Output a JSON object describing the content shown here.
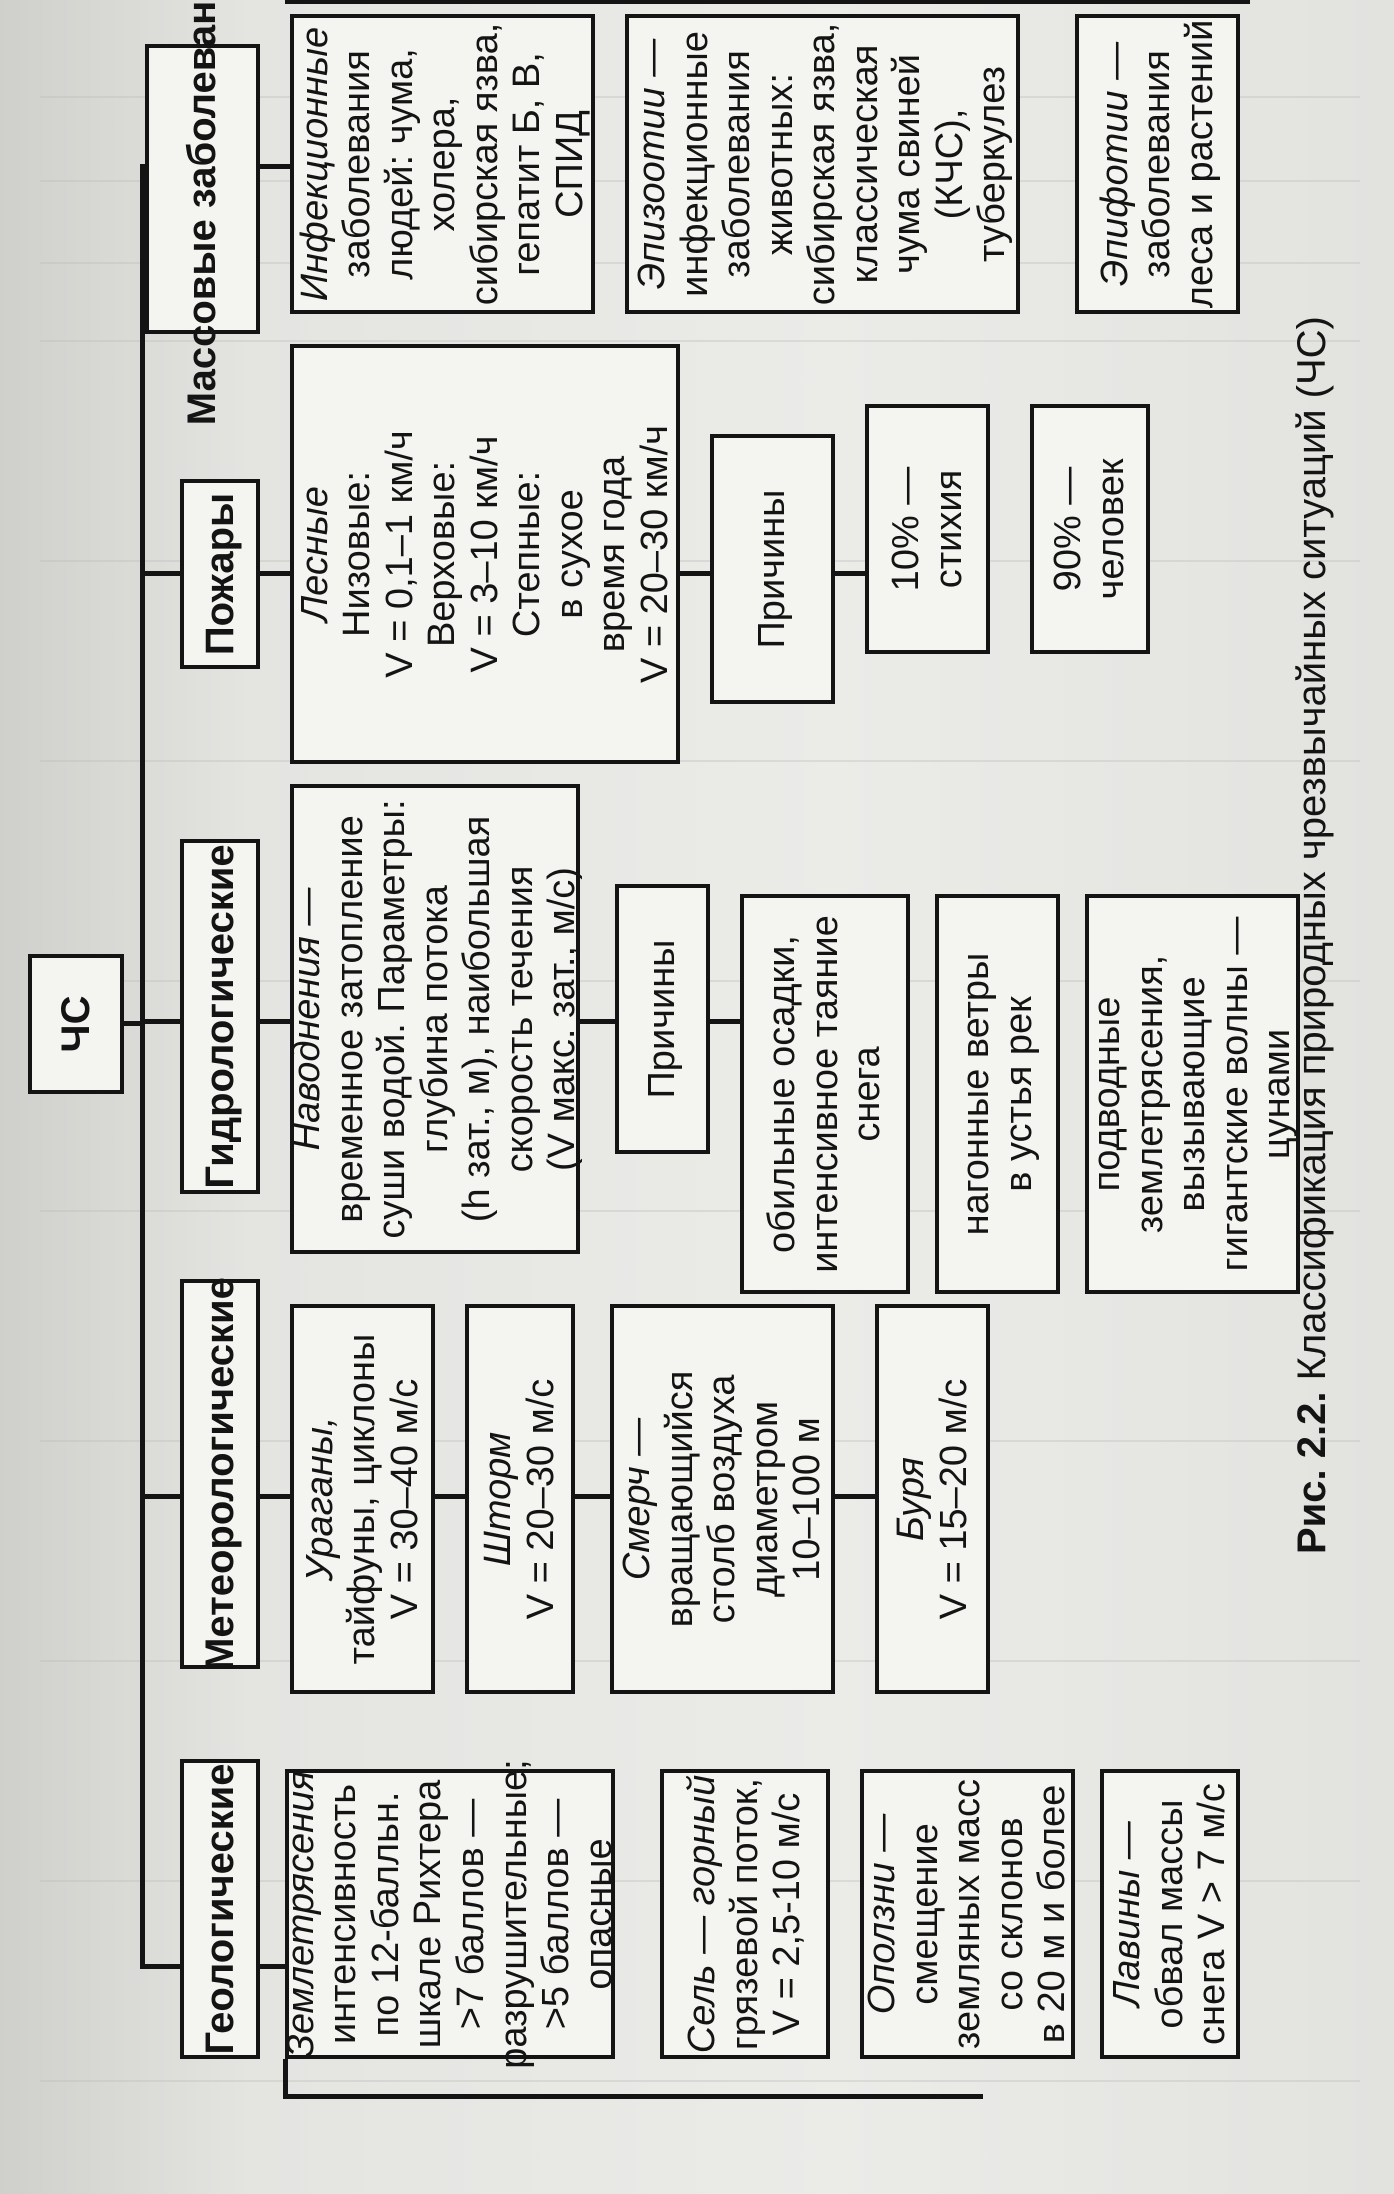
{
  "root": "ЧС",
  "categories": [
    "Геологические",
    "Метеорологические",
    "Гидрологические",
    "Пожары",
    "Массовые заболевания"
  ],
  "geological": [
    [
      "Землетрясения",
      "интенсивность",
      "по 12-балльн.",
      "шкале Рихтера",
      ">7 баллов —",
      "разрушительные;",
      ">5 баллов —",
      "опасные"
    ],
    [
      "Сель — горный",
      "грязевой поток,",
      "V = 2,5-10 м/с"
    ],
    [
      "Оползни —",
      "смещение",
      "земляных масс",
      "со склонов",
      "в 20 м и более"
    ],
    [
      "Лавины —",
      "обвал массы",
      "снега V > 7 м/с"
    ]
  ],
  "meteorological": [
    [
      "Ураганы,",
      "тайфуны, циклоны",
      "V = 30–40 м/с"
    ],
    [
      "Шторм",
      "V = 20–30 м/с"
    ],
    [
      "Смерч —",
      "вращающийся",
      "столб воздуха",
      "диаметром",
      "10–100 м"
    ],
    [
      "Буря",
      "V = 15–20 м/с"
    ]
  ],
  "hydrological": {
    "main": [
      "Наводнения —",
      "временное затопление",
      "суши водой. Параметры:",
      "глубина потока",
      "(h зат., м), наибольшая",
      "скорость течения",
      "(V макс. зат., м/с)"
    ],
    "causes_label": "Причины",
    "causes": [
      [
        "обильные осадки,",
        "интенсивное таяние",
        "снега"
      ],
      [
        "нагонные ветры",
        "в устья рек"
      ],
      [
        "подводные",
        "землетрясения,",
        "вызывающие",
        "гигантские волны —",
        "цунами"
      ]
    ]
  },
  "fires": {
    "main": [
      "Лесные",
      "Низовые:",
      "V = 0,1–1 км/ч",
      "Верховые:",
      "V = 3–10 км/ч",
      "Степные:",
      "в сухое",
      "время года",
      "V = 20–30 км/ч"
    ],
    "causes_label": "Причины",
    "causes": [
      [
        "10% —",
        "стихия"
      ],
      [
        "90% —",
        "человек"
      ]
    ]
  },
  "diseases": [
    [
      "Инфекционные",
      "заболевания",
      "людей: чума,",
      "холера,",
      "сибирская язва,",
      "гепатит Б, В,",
      "СПИД"
    ],
    [
      "Эпизоотии —",
      "инфекционные",
      "заболевания",
      "животных:",
      "сибирская язва,",
      "классическая",
      "чума свиней",
      "(КЧС),",
      "туберкулез"
    ],
    [
      "Эпифотии —",
      "заболевания",
      "леса и растений"
    ]
  ],
  "caption": {
    "label": "Рис. 2.2.",
    "text": "Классификация природных чрезвычайных ситуаций (ЧС)"
  },
  "colors": {
    "ink": "#141414",
    "paper": "#f4f4f1"
  }
}
